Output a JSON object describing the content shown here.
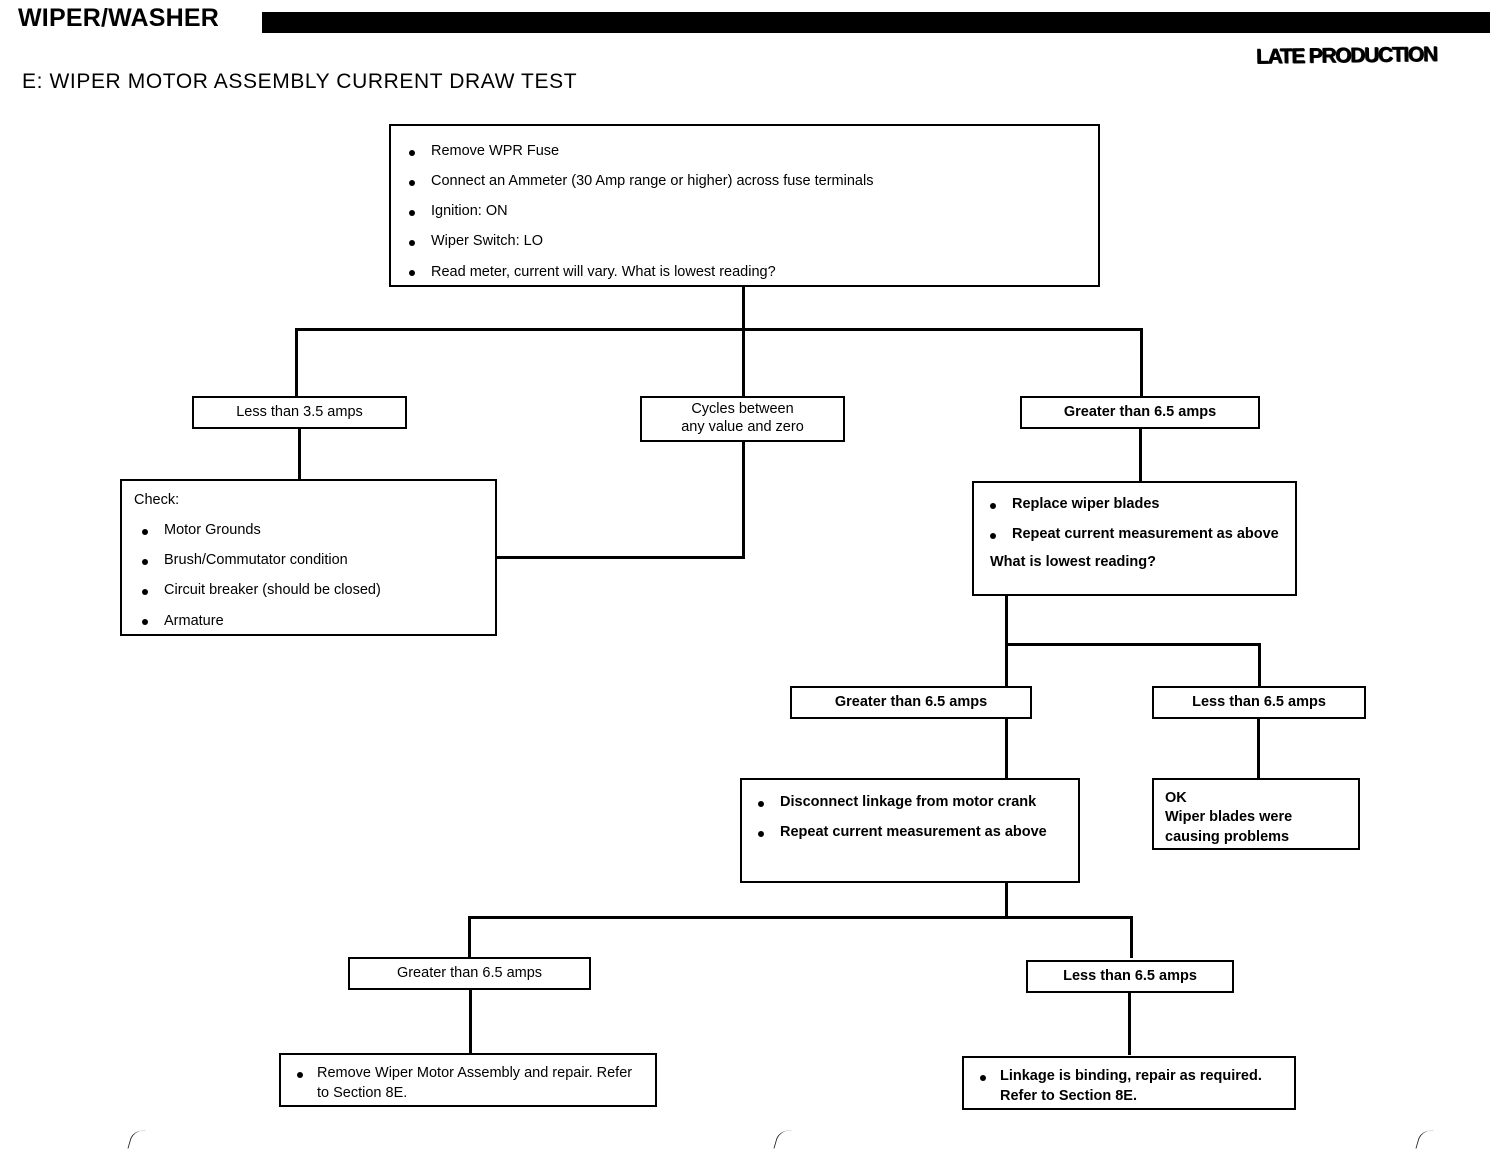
{
  "header": {
    "title": "WIPER/WASHER",
    "stamp": "LATE PRODUCTION",
    "section_title": "E: WIPER MOTOR ASSEMBLY CURRENT DRAW TEST"
  },
  "flowchart": {
    "type": "troubleshooting-flowchart",
    "start": {
      "name": "test-setup",
      "items": [
        "Remove WPR Fuse",
        "Connect an Ammeter (30  Amp range or higher) across fuse terminals",
        "Ignition:  ON",
        "Wiper Switch: LO",
        "Read meter, current will vary. What is lowest reading?"
      ]
    },
    "branch1": {
      "left": "Less than 3.5 amps",
      "middle_line1": "Cycles between",
      "middle_line2": "any value and zero",
      "right": "Greater than 6.5 amps"
    },
    "check_box": {
      "heading": "Check:",
      "items": [
        "Motor Grounds",
        "Brush/Commutator  condition",
        "Circuit breaker (should be closed)",
        "Armature"
      ]
    },
    "replace_blades": {
      "items": [
        "Replace wiper blades",
        "Repeat current measurement as above"
      ],
      "question": "What is lowest reading?"
    },
    "branch2": {
      "left": "Greater than 6.5 amps",
      "right": "Less than 6.5 amps"
    },
    "disconnect_linkage": {
      "items": [
        "Disconnect linkage from motor crank",
        "Repeat current measurement as above"
      ]
    },
    "ok_result": {
      "line1": "OK",
      "line2": "Wiper blades were",
      "line3": "causing problems"
    },
    "branch3": {
      "left": "Greater than 6.5 amps",
      "right": "Less than 6.5 amps"
    },
    "remove_motor": {
      "item": "Remove Wiper Motor Assembly and repair. Refer to Section 8E."
    },
    "linkage_binding": {
      "item": "Linkage is binding, repair as required. Refer to Section 8E."
    }
  }
}
